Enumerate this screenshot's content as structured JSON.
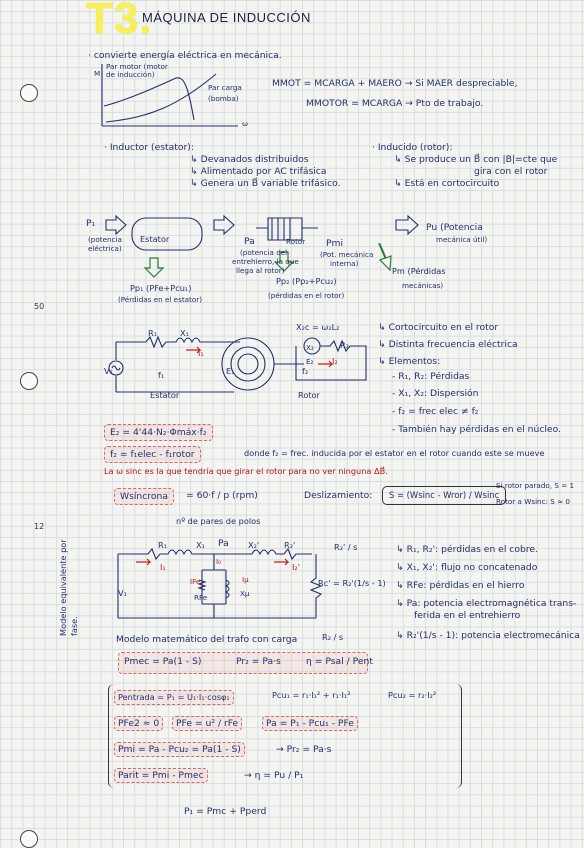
{
  "header": {
    "num": "T3.",
    "title": "MÁQUINA DE INDUCCIÓN"
  },
  "margin": {
    "page1": "50",
    "page2": "12"
  },
  "intro": {
    "l1": "· convierte energía eléctrica en mecánica.",
    "graph_y": "M",
    "graph_motor": "Par motor (motor de inducción)",
    "graph_load1": "Par carga",
    "graph_load2": "(bomba)",
    "graph_x": "ω",
    "eq1": "MMOT = MCARGA + MAERO → Si MAER despreciable,",
    "eq2": "MMOTOR = MCARGA → Pto de trabajo."
  },
  "inductor": {
    "head": "· Inductor (estator):",
    "i1": "↳ Devanados distribuidos",
    "i2": "↳ Alimentado por AC trifásica",
    "i3": "↳ Genera un B⃗ variable trifásico."
  },
  "inducido": {
    "head": "· Inducido (rotor):",
    "i1": "↳ Se produce un B⃗ con |B|=cte que",
    "i1b": "gira con el rotor",
    "i2": "↳ Está en cortocircuito"
  },
  "flow": {
    "p1": "P₁",
    "p1d1": "(potencia",
    "p1d2": "eléctrica)",
    "estator": "Estator",
    "pa": "Pa",
    "pad1": "(potencia del",
    "pad2": "entrehierro, la que",
    "pad3": "llega al rotor)",
    "rotor": "Rotor",
    "pmi": "Pmi",
    "pmid1": "(Pot. mecánica",
    "pmid2": "interna)",
    "pu": "Pu (Potencia",
    "pud": "mecánica útil)",
    "pp1": "Pp₁ (PFe+Pcu₁)",
    "pp1d": "(Pérdidas en el estator)",
    "pp2": "Pp₂ (Pp₂+Pcu₂)",
    "pp2d": "(pérdidas en el rotor)",
    "pm": "Pm (Pérdidas",
    "pmd": "mecánicas)"
  },
  "circuit1": {
    "r1": "R₁",
    "x1": "X₁",
    "i1": "I₁",
    "v1": "V₁",
    "e1": "E₁",
    "f1": "f₁",
    "estator": "Estator",
    "rotor": "Rotor",
    "x2": "X₂",
    "r2": "R₂",
    "i2": "I₂",
    "e2": "E₂",
    "f2": "f₂",
    "x2eq": "X₂c = ω₂L₂"
  },
  "notes1": {
    "n1": "↳ Cortocircuito en el rotor",
    "n2": "↳ Distinta frecuencia eléctrica",
    "n3": "↳ Elementos:",
    "n4": "- R₁, R₂: Pérdidas",
    "n5": "- X₁, X₂: Dispersión",
    "n6": "- f₂ = frec elec ≠ f₂",
    "n7": "- También hay pérdidas en el núcleo."
  },
  "equations": {
    "e2": "E₂ = 4'44·N₂·Φmáx·f₂",
    "f2": "f₂ = f₁elec - f₁rotor",
    "f2note": "donde f₂ = frec. inducida por el estator en el rotor cuando este se mueve",
    "wsync_note": "La ω sinc es la que tendría que girar el rotor para no ver ninguna ΔB⃗.",
    "wsync_lbl": "Wsíncrona",
    "wsync_eq": "= 60·f / p (rpm)",
    "poles": "nº de pares de polos",
    "slip_lbl": "Deslizamiento:",
    "slip_eq": "S = (Wsinc - Wror) / Wsinc",
    "slip1": "Si rotor parado, S = 1",
    "slip2": "Rotor a Wsinc: S ≈ 0"
  },
  "circuit2": {
    "side": "Modelo equivalente por fase.",
    "r1": "R₁",
    "x1": "X₁",
    "pa": "Pa",
    "x2": "X₂'",
    "r2": "R₂'",
    "i1": "I₁",
    "i2": "I₂'",
    "i0": "I₀",
    "ife": "IFe",
    "imu": "Iμ",
    "rfe": "RFe",
    "xmu": "Xμ",
    "v1": "V₁",
    "rc": "Rc' = R₂'(1/s - 1)",
    "r2s": "R₂' / s",
    "n1": "↳ R₁, R₂': pérdidas en el cobre.",
    "n2": "↳ X₁, X₂': flujo no concatenado",
    "n3": "↳ RFe: pérdidas en el hierro",
    "n4": "↳ Pa: potencia electromagnética trans-",
    "n4b": "ferida en el entrehierro",
    "n5": "↳ R₂'(1/s - 1): potencia electromecánica",
    "model": "Modelo matemático del trafo con carga",
    "model_r": "R₂ / s"
  },
  "powers": {
    "pmec": "Pmec = Pa(1 - S)",
    "pr2": "Pr₂ = Pa·s",
    "eta": "η = Psal / Pent"
  },
  "summary": {
    "a1": "Pentrada = P₁ = U₁·I₁·cosφ₁",
    "a2": "Pcu₁ = r₁·I₁² + r₁·I₁²",
    "a3": "Pcu₂ = r₂·I₂²",
    "b1": "PFe2 ≈ 0",
    "b2": "PFe = u² / rFe",
    "b3": "Pa = P₁ - Pcu₁ - PFe",
    "c1": "Pmi = Pa - Pcu₂ = Pa(1 - S)",
    "c2": "→ Pr₂ = Pa·s",
    "d1": "Parit = Pmi - Pmec",
    "d2": "→ η = Pu / P₁",
    "final": "P₁ = Pmc + Pperd"
  }
}
